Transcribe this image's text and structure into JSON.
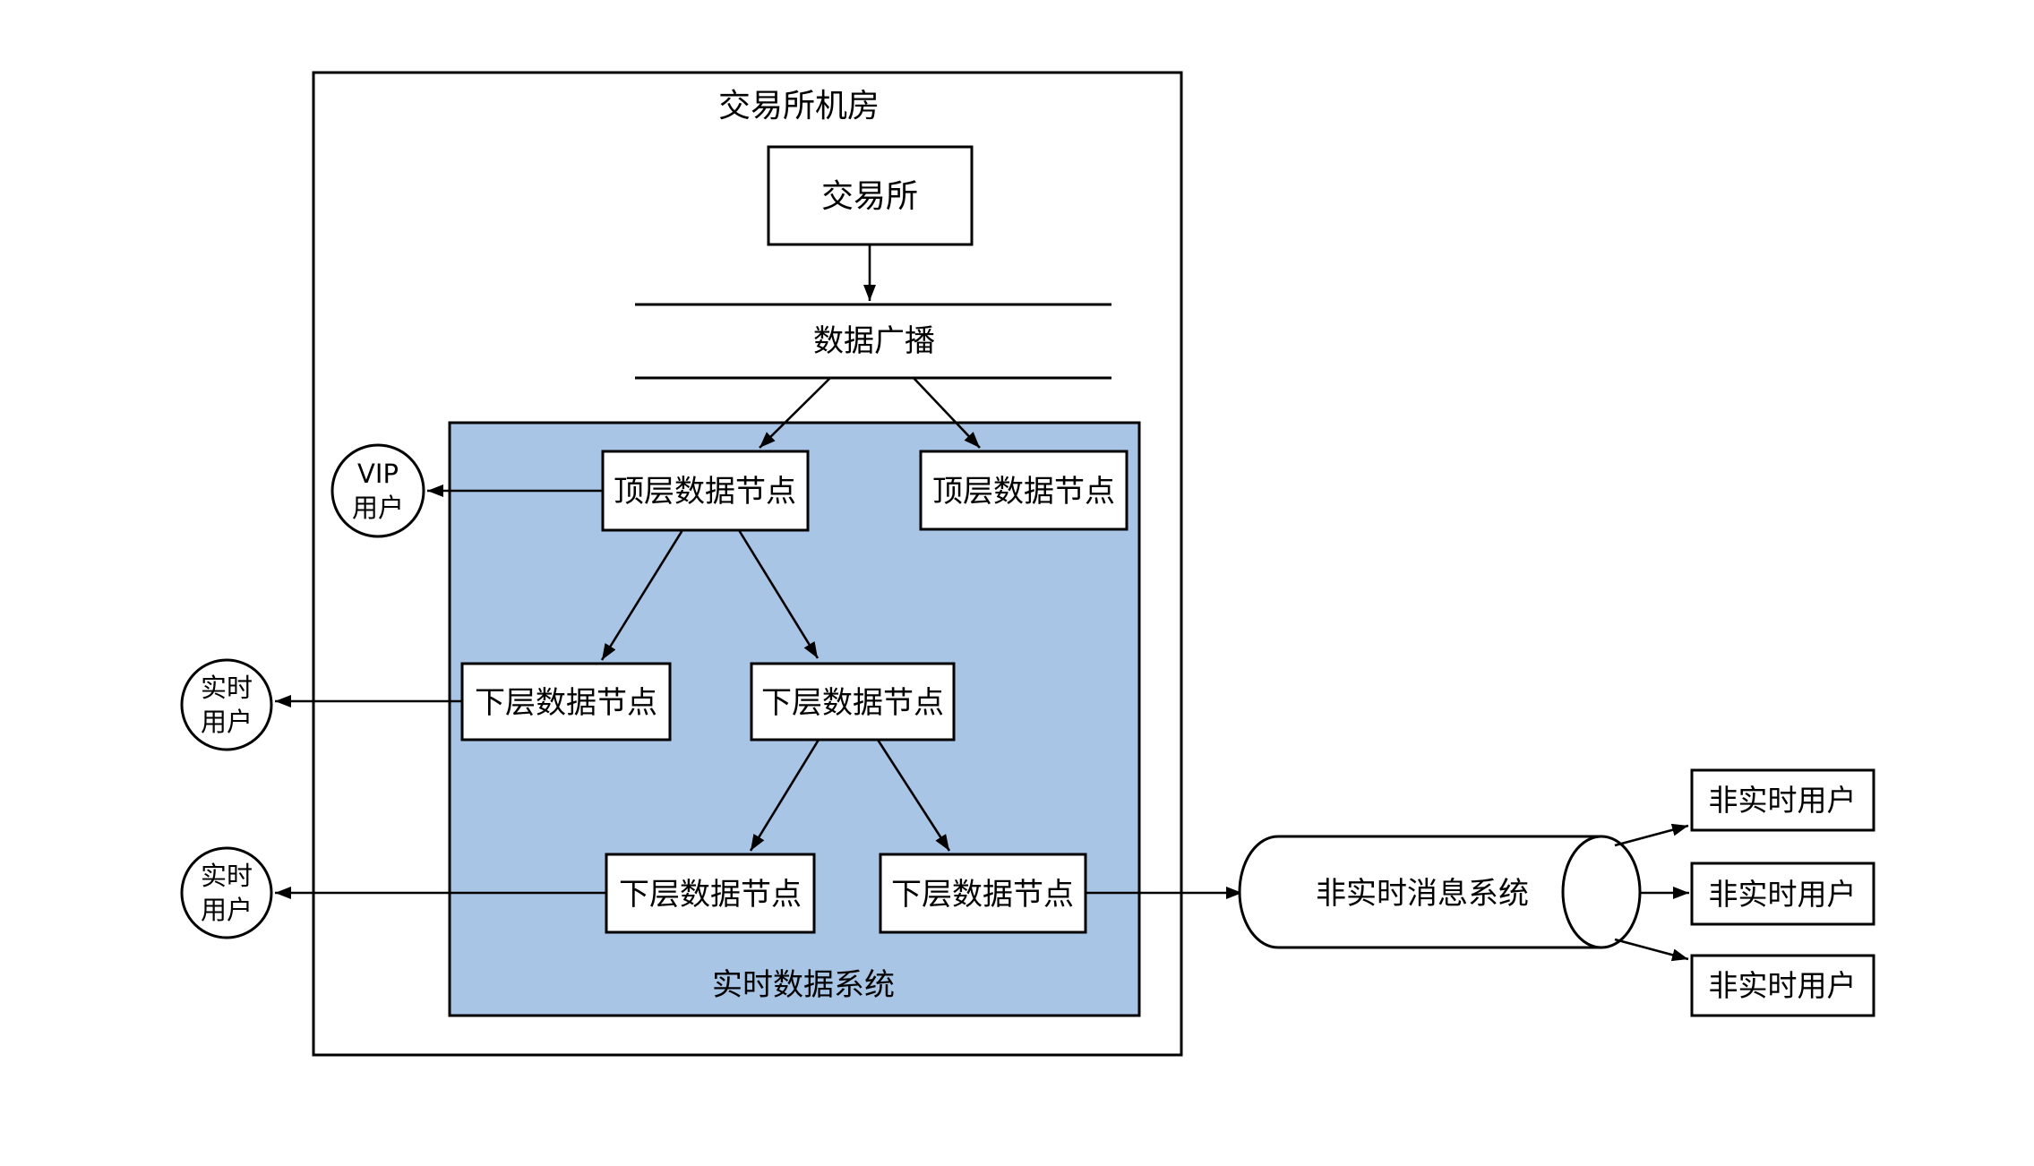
{
  "colors": {
    "realtime_fill": "#a8c5e6",
    "stroke": "#000000"
  },
  "exchange_room": {
    "title": "交易所机房"
  },
  "exchange": {
    "label": "交易所"
  },
  "broadcast": {
    "label": "数据广播"
  },
  "realtime_system": {
    "label": "实时数据系统"
  },
  "nodes": {
    "top1": {
      "label": "顶层数据节点"
    },
    "top2": {
      "label": "顶层数据节点"
    },
    "lower1": {
      "label": "下层数据节点"
    },
    "lower2": {
      "label": "下层数据节点"
    },
    "lower3": {
      "label": "下层数据节点"
    },
    "lower4": {
      "label": "下层数据节点"
    }
  },
  "users": {
    "vip": {
      "line1": "VIP",
      "line2": "用户"
    },
    "realtime1": {
      "line1": "实时",
      "line2": "用户"
    },
    "realtime2": {
      "line1": "实时",
      "line2": "用户"
    },
    "non_realtime1": {
      "label": "非实时用户"
    },
    "non_realtime2": {
      "label": "非实时用户"
    },
    "non_realtime3": {
      "label": "非实时用户"
    }
  },
  "message_system": {
    "label": "非实时消息系统"
  }
}
